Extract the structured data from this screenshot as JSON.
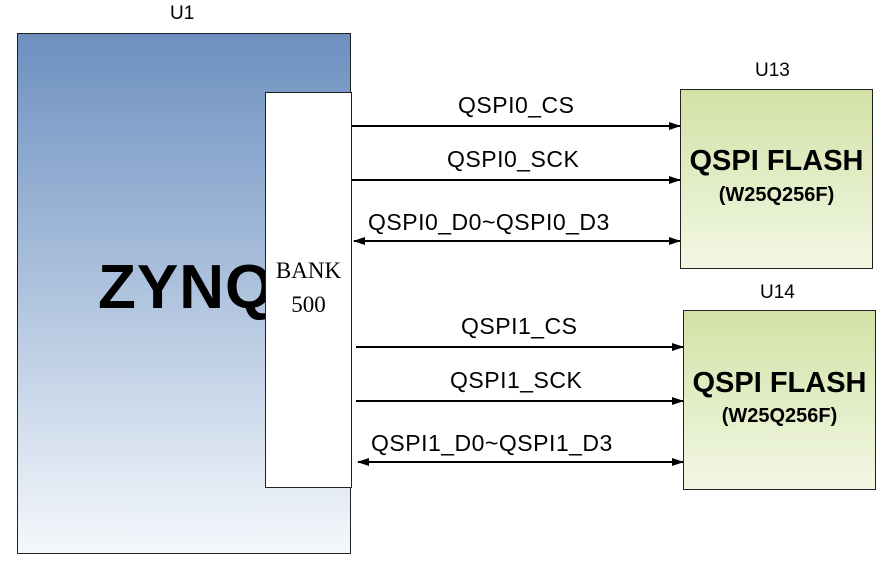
{
  "zynq": {
    "ref": "U1",
    "name": "ZYNQ",
    "bank_line1": "BANK",
    "bank_line2": "500"
  },
  "flash0": {
    "ref": "U13",
    "title": "QSPI FLASH",
    "part": "(W25Q256F)",
    "signals": {
      "cs": "QSPI0_CS",
      "sck": "QSPI0_SCK",
      "data": "QSPI0_D0~QSPI0_D3"
    }
  },
  "flash1": {
    "ref": "U14",
    "title": "QSPI FLASH",
    "part": "(W25Q256F)",
    "signals": {
      "cs": "QSPI1_CS",
      "sck": "QSPI1_SCK",
      "data": "QSPI1_D0~QSPI1_D3"
    }
  }
}
